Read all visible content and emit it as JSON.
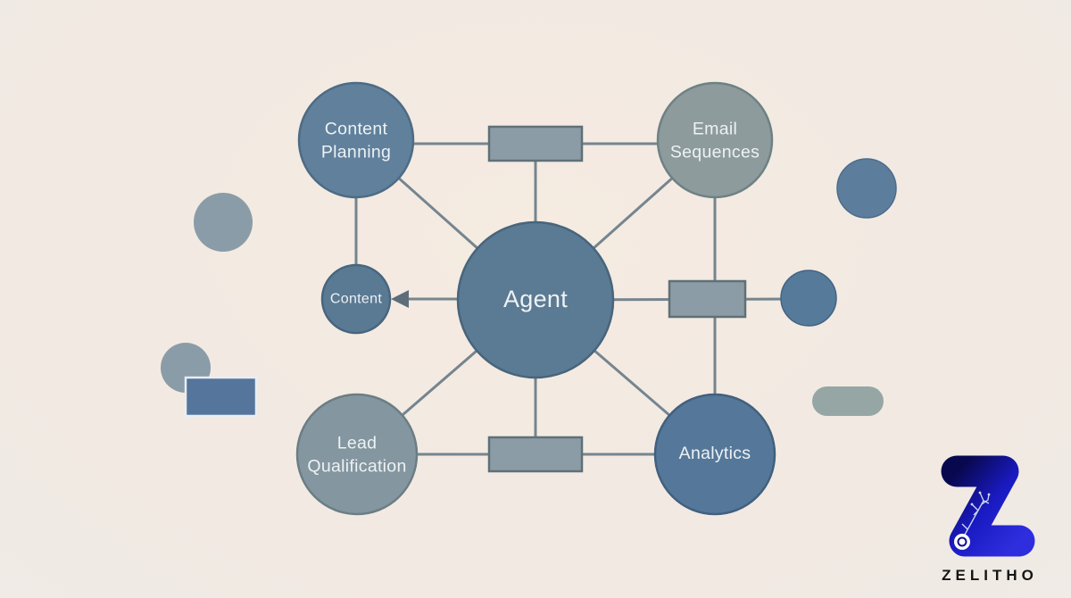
{
  "palette": {
    "background": "#f1e9e2",
    "line": "#75858f",
    "label_text": "#edf2f4",
    "connector_box": "#8c9ca6",
    "agent": "#5b7a93",
    "content_planning": "#60809b",
    "email_sequences": "#8d9b9d",
    "content": "#5a7a94",
    "lead_qualification": "#8496a0",
    "analytics": "#55789a",
    "decor_dark_blue": "#5d7d9c",
    "decor_dark_blue2": "#567a99",
    "decor_gray_blue": "#8a9ca7",
    "decor_rect_blue": "#56759c",
    "decor_pill_gray": "#96a6a5",
    "logo_blue_dark": "#08084e",
    "logo_blue_bright": "#2e2ede",
    "brand_text_color": "#141414"
  },
  "diagram": {
    "nodes": {
      "agent": {
        "label": "Agent"
      },
      "content_planning": {
        "label": "Content Planning"
      },
      "email_sequences": {
        "label": "Email Sequences"
      },
      "content": {
        "label": "Content"
      },
      "lead_qualification": {
        "label": "Lead Qualification"
      },
      "analytics": {
        "label": "Analytics"
      }
    },
    "edges": [
      {
        "from": "content_planning",
        "to": "email_sequences",
        "via": "connector-box"
      },
      {
        "from": "content_planning",
        "to": "content"
      },
      {
        "from": "content_planning",
        "to": "agent"
      },
      {
        "from": "email_sequences",
        "to": "agent"
      },
      {
        "from": "email_sequences",
        "to": "analytics",
        "via": "connector-box"
      },
      {
        "from": "agent",
        "to": "content",
        "style": "arrow"
      },
      {
        "from": "agent",
        "to": "top-connector-box"
      },
      {
        "from": "agent",
        "to": "right-connector-box"
      },
      {
        "from": "agent",
        "to": "bottom-connector-box"
      },
      {
        "from": "agent",
        "to": "lead_qualification"
      },
      {
        "from": "agent",
        "to": "analytics"
      },
      {
        "from": "lead_qualification",
        "to": "analytics",
        "via": "connector-box"
      }
    ]
  },
  "branding": {
    "name": "ZELITHO"
  }
}
